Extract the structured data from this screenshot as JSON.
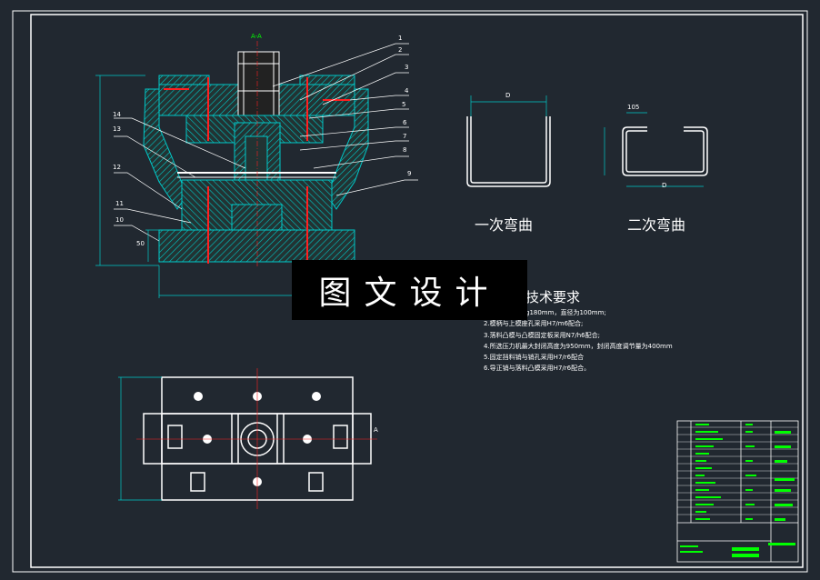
{
  "drawing": {
    "section_label": "A-A",
    "part_numbers": [
      "1",
      "2",
      "3",
      "4",
      "5",
      "6",
      "7",
      "8",
      "9",
      "10",
      "11",
      "12",
      "13",
      "14"
    ],
    "bend_first": "一次弯曲",
    "bend_second": "二次弯曲",
    "dim_d": "D",
    "dim_105": "105",
    "dim_50": "50",
    "view_marker": "A",
    "watermark": "图文设计",
    "requirements_title": "技术要求",
    "requirements": [
      "g180mm，直径为100mm;",
      "2.模柄与上模座孔采用H7/m6配合;",
      "3.落料凸模与凸模固定板采用N7/h6配合;",
      "4.所选压力机最大封闭高度为950mm，封闭高度调节量为400mm",
      "5.固定挡料销与销孔采用H7/r6配合",
      "6.导正销与落料凸模采用H7/r6配合。"
    ]
  },
  "colors": {
    "background": "#212830",
    "line": "#ffffff",
    "hatch": "#00c8c8",
    "red": "#ff2020",
    "green": "#00ff00",
    "yellow": "#ffff00"
  }
}
